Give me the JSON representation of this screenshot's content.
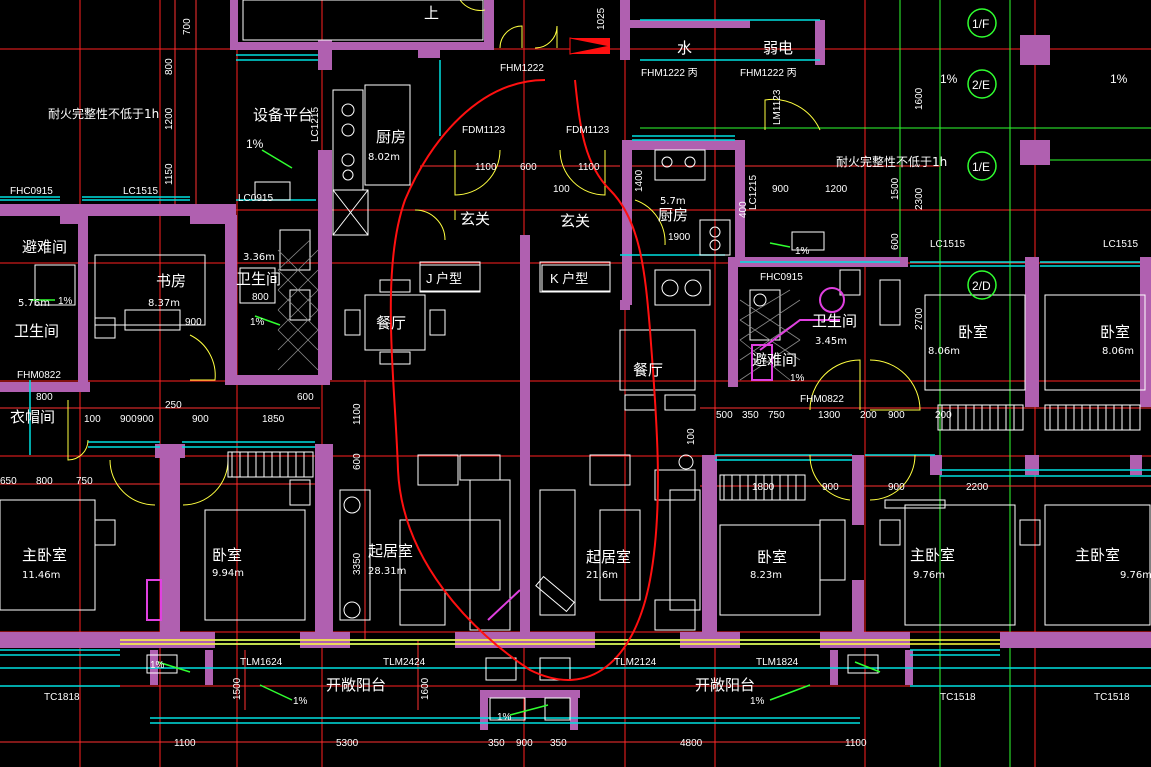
{
  "colors": {
    "background": "#000000",
    "wall": "#b060b0",
    "axis": "#ff2020",
    "window": "#00e0e0",
    "door": "#ffff40",
    "furniture": "#ffffff",
    "markup": "#ff1010",
    "grid_green": "#30ff30",
    "dim_ext": "#ff4040"
  },
  "rooms": [
    {
      "label": "厨房",
      "area": "8.02m"
    },
    {
      "label": "厨房",
      "area": "5.7m"
    },
    {
      "label": "书房",
      "area": "8.37m"
    },
    {
      "label": "卫生间",
      "area": "3.36m"
    },
    {
      "label": "卫生间",
      "area": "5.76m"
    },
    {
      "label": "卫生间",
      "area": "3.45m"
    },
    {
      "label": "避难间",
      "area": ""
    },
    {
      "label": "避难间",
      "area": ""
    },
    {
      "label": "衣帽间",
      "area": ""
    },
    {
      "label": "餐厅",
      "area": ""
    },
    {
      "label": "餐厅",
      "area": ""
    },
    {
      "label": "玄关",
      "area": ""
    },
    {
      "label": "玄关",
      "area": ""
    },
    {
      "label": "起居室",
      "area": "28.31m"
    },
    {
      "label": "起居室",
      "area": "21.6m"
    },
    {
      "label": "主卧室",
      "area": "11.46m"
    },
    {
      "label": "卧室",
      "area": "9.94m"
    },
    {
      "label": "卧室",
      "area": "8.23m"
    },
    {
      "label": "主卧室",
      "area": "9.76m"
    },
    {
      "label": "主卧室",
      "area": "9.76m"
    },
    {
      "label": "卧室",
      "area": "8.06m"
    },
    {
      "label": "卧室",
      "area": "8.06m"
    },
    {
      "label": "设备平台",
      "area": ""
    },
    {
      "label": "开敞阳台",
      "area": ""
    },
    {
      "label": "开敞阳台",
      "area": ""
    },
    {
      "label": "水",
      "area": ""
    },
    {
      "label": "弱电",
      "area": ""
    },
    {
      "label": "上",
      "area": ""
    }
  ],
  "unit_types": [
    "J 户型",
    "K 户型"
  ],
  "notes": [
    "耐火完整性不低于1h",
    "耐火完整性不低于1h"
  ],
  "axis_labels": [
    "1/F",
    "2/E",
    "1/E",
    "2/D"
  ],
  "tags": [
    "FHM1222",
    "FHM1222 丙",
    "FHM1222 丙",
    "LM1123",
    "FDM1123",
    "FDM1123",
    "FHC0915",
    "FHC0915",
    "LC0915",
    "LC1515",
    "LC1515",
    "LC1515",
    "LC1215",
    "LC1215",
    "FHM0822",
    "FHM0822",
    "TLM1624",
    "TLM2424",
    "TLM2124",
    "TLM1824",
    "TC1818",
    "TC1518",
    "TC1518",
    "1025"
  ],
  "slopes": [
    "1%",
    "1%",
    "1%",
    "1%",
    "1%",
    "1%",
    "1%",
    "1%",
    "1%",
    "1%",
    "1%"
  ],
  "dims_top": [
    "700",
    "800",
    "1200",
    "1150",
    "2700",
    "1600",
    "2300",
    "1500",
    "600",
    "1400",
    "400"
  ],
  "dims_h": [
    "1100",
    "600",
    "1100",
    "100",
    "1900",
    "900",
    "1200",
    "900",
    "900",
    "800",
    "900",
    "250",
    "900",
    "1850",
    "600",
    "800",
    "100",
    "800",
    "750",
    "650",
    "500",
    "350",
    "750",
    "1300",
    "200",
    "900",
    "200",
    "1800",
    "900",
    "900",
    "2200",
    "1100",
    "5300",
    "350",
    "900",
    "350",
    "4800",
    "1100"
  ],
  "dims_v": [
    "1100",
    "600",
    "3350",
    "1500",
    "1600",
    "100"
  ]
}
